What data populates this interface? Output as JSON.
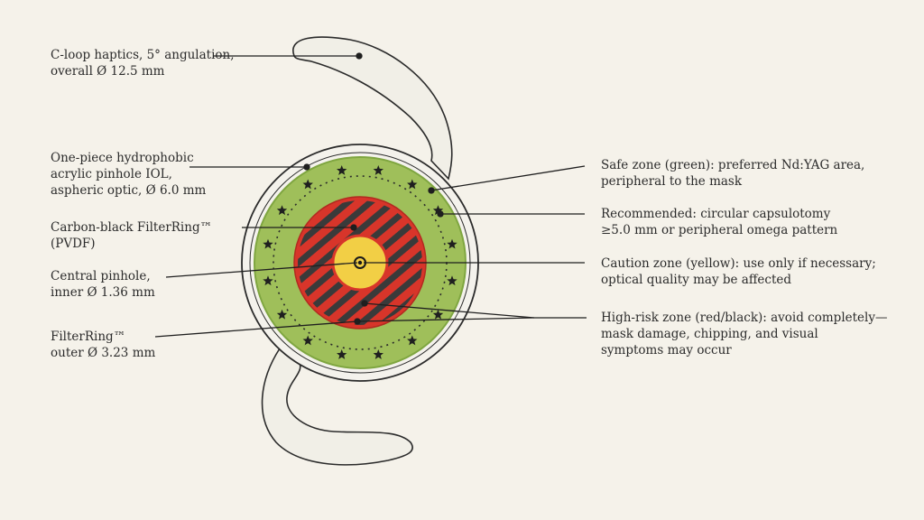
{
  "colors": {
    "background": "#f5f2ea",
    "safe_zone": "#9fbf5a",
    "safe_zone_dark": "#7fa640",
    "high_risk": "#d8352a",
    "filter_ring": "#3a3a3a",
    "caution_zone": "#f2cf45",
    "outline": "#2b2b2b"
  },
  "icons": {
    "capsulotomy_marker": "star-icon"
  },
  "labels": {
    "haptics": [
      "C-loop haptics, 5° angulation,",
      "overall Ø 12.5 mm"
    ],
    "optic": [
      "One-piece hydrophobic",
      "acrylic pinhole IOL,",
      "aspheric optic, Ø 6.0 mm"
    ],
    "filter_material": [
      "Carbon-black FilterRing™",
      "(PVDF)"
    ],
    "pinhole": [
      "Central pinhole,",
      "inner Ø 1.36 mm"
    ],
    "filter_outer": [
      "FilterRing™",
      "outer Ø 3.23 mm"
    ],
    "safe_zone": [
      "Safe zone (green): preferred Nd:YAG area,",
      "peripheral to the mask"
    ],
    "capsulotomy": [
      "Recommended: circular capsulotomy",
      "≥5.0 mm or peripheral omega pattern"
    ],
    "caution_zone": [
      "Caution zone (yellow): use only if necessary;",
      "optical quality may be affected"
    ],
    "high_risk_zone": [
      "High-risk zone (red/black): avoid completely—",
      "mask damage, chipping, and visual",
      "symptoms may occur"
    ]
  }
}
